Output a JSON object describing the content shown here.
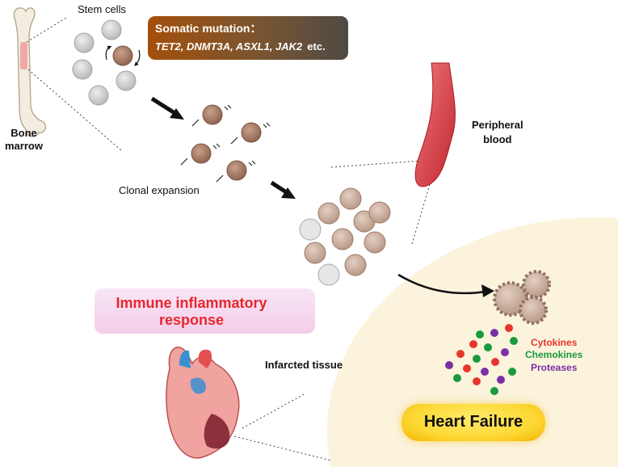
{
  "labels": {
    "stem_cells": "Stem cells",
    "bone_marrow": "Bone\nmarrow",
    "clonal_expansion": "Clonal expansion",
    "peripheral_blood": "Peripheral\nblood",
    "infarcted_tissue": "Infarcted tissue"
  },
  "mutation_box": {
    "title": "Somatic mutation：",
    "genes": "TET2, DNMT3A, ASXL1, JAK2",
    "etc": "etc."
  },
  "immune_box": {
    "text": "Immune inflammatory response"
  },
  "mediators": {
    "cytokines": "Cytokines",
    "chemokines": "Chemokines",
    "proteases": "Proteases"
  },
  "heart_failure": "Heart Failure",
  "colors": {
    "cytokines": "#e8352c",
    "chemokines": "#1a9a3e",
    "proteases": "#7b2fa6",
    "immune_text": "#e5272d",
    "heart_failure_bg": "#fdd835",
    "region_bg": "#fbf3dc"
  }
}
